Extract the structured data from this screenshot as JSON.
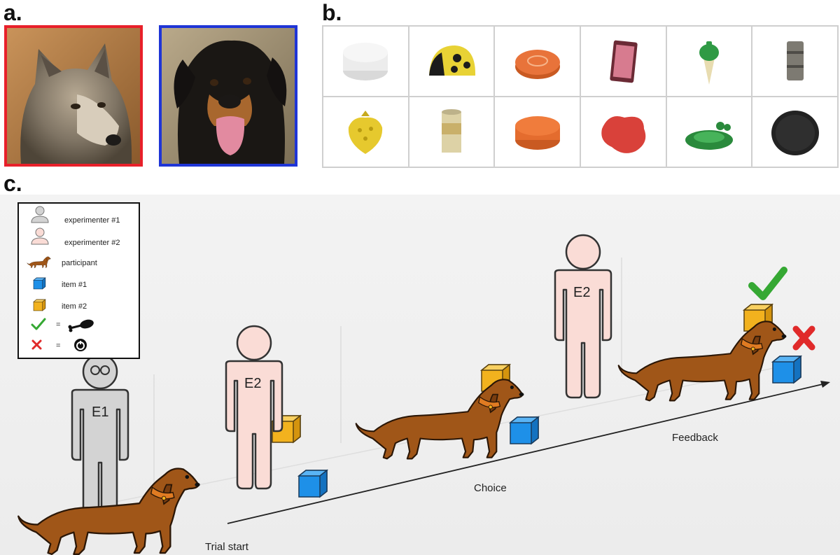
{
  "panels": {
    "a": "a.",
    "b": "b.",
    "c": "c."
  },
  "colors": {
    "wolf_border": "#e8202a",
    "dog_border": "#1f35d6",
    "dog": "#a05618",
    "collar": "#e07b22",
    "item1": "#1e90e8",
    "item2": "#f2b21e",
    "e1": "#d3d3d3",
    "e2": "#fadcd6",
    "check": "#35a833",
    "cross": "#e02a2a"
  },
  "photos": [
    {
      "name": "wolf-photo",
      "border": "#e8202a"
    },
    {
      "name": "dog-photo",
      "border": "#1f35d6"
    }
  ],
  "objects": [
    "white-puck",
    "ladybug-toy",
    "orange-disc",
    "pink-box",
    "green-cone",
    "metal-cylinder",
    "yellow-strawberry",
    "tin-can",
    "orange-puck",
    "red-rubber-toy",
    "green-frog-toy",
    "black-lid"
  ],
  "legend": {
    "items": [
      {
        "icon": "experimenter-1-icon",
        "label": "experimenter #1"
      },
      {
        "icon": "experimenter-2-icon",
        "label": "experimenter #2"
      },
      {
        "icon": "dog-icon",
        "label": "participant"
      },
      {
        "icon": "blue-cube-icon",
        "label": "item #1"
      },
      {
        "icon": "yellow-cube-icon",
        "label": "item #2"
      },
      {
        "icon": "checkmark-icon",
        "label": "="
      },
      {
        "icon": "cross-icon",
        "label": "="
      }
    ]
  },
  "scene": {
    "e1_label": "E1",
    "e2_label": "E2",
    "e2b_label": "E2",
    "stage_start": "Trial start",
    "stage_choice": "Choice",
    "stage_feedback": "Feedback"
  }
}
